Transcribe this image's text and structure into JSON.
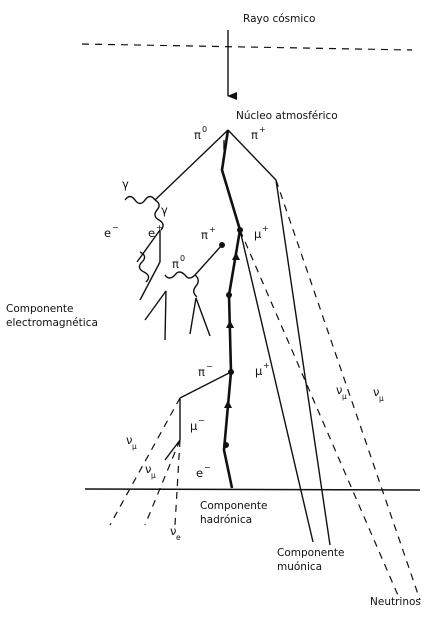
{
  "labels": {
    "cosmic_ray": "Rayo cósmico",
    "nucleus": "Núcleo atmosférico",
    "em_component_line1": "Componente",
    "em_component_line2": "electromagnética",
    "hadronic_line1": "Componente",
    "hadronic_line2": "hadrónica",
    "muonic_line1": "Componente",
    "muonic_line2": "muónica",
    "neutrinos": "Neutrinos"
  },
  "particles": {
    "pi": "π",
    "mu": "μ",
    "nu": "ν",
    "e": "e",
    "gamma": "γ",
    "zero": "0",
    "plus": "+",
    "minus": "−",
    "sub_mu": "μ",
    "sub_e": "e"
  }
}
